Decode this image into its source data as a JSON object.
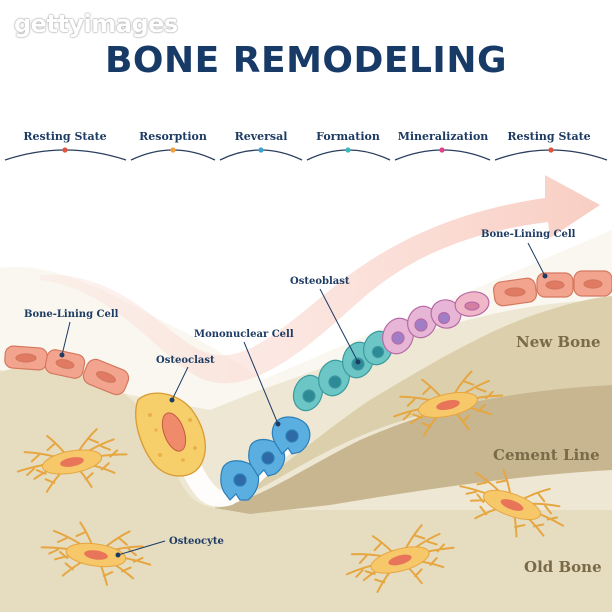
{
  "watermark": "gettyimages",
  "title": "BONE REMODELING",
  "stages": [
    {
      "label": "Resting State",
      "dot_color": "#e0533c"
    },
    {
      "label": "Resorption",
      "dot_color": "#f2a03a"
    },
    {
      "label": "Reversal",
      "dot_color": "#3aa0d8"
    },
    {
      "label": "Formation",
      "dot_color": "#3ab8c0"
    },
    {
      "label": "Mineralization",
      "dot_color": "#e0408a"
    },
    {
      "label": "Resting State",
      "dot_color": "#e0533c"
    }
  ],
  "labels": {
    "bone_lining_left": "Bone-Lining Cell",
    "osteoclast": "Osteoclast",
    "mononuclear": "Mononuclear Cell",
    "osteoblast": "Osteoblast",
    "bone_lining_right": "Bone-Lining Cell",
    "osteocyte": "Osteocyte"
  },
  "zones": {
    "new_bone": "New Bone",
    "cement_line": "Cement Line",
    "old_bone": "Old Bone"
  },
  "colors": {
    "title": "#173a66",
    "old_bone": "#e8dfc6",
    "cement_bone": "#c9b793",
    "new_bone": "#ddd2b2",
    "lining_cell": "#f3a48f",
    "osteoclast": "#f6cf6a",
    "mononuclear": "#5aaee0",
    "osteoblast": "#6cc6c6",
    "mineral_cell": "#e7b6d6",
    "osteocyte": "#f6c86a",
    "arrow": "#f9d2c8"
  }
}
